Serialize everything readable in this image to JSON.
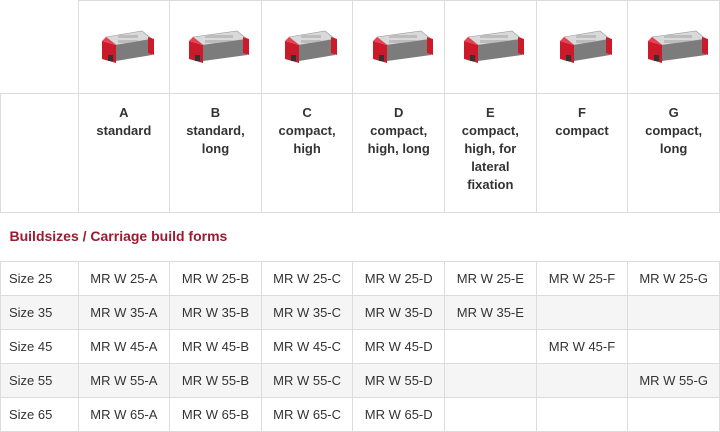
{
  "colors": {
    "accent": "#9b1b30",
    "carriage_red": "#cc1a2a",
    "carriage_grey": "#7c7c7c"
  },
  "columns": [
    {
      "letter": "A",
      "desc": [
        "standard"
      ],
      "icon": "carriage-standard-icon"
    },
    {
      "letter": "B",
      "desc": [
        "standard,",
        "long"
      ],
      "icon": "carriage-standard-long-icon"
    },
    {
      "letter": "C",
      "desc": [
        "compact,",
        "high"
      ],
      "icon": "carriage-compact-high-icon"
    },
    {
      "letter": "D",
      "desc": [
        "compact,",
        "high, long"
      ],
      "icon": "carriage-compact-high-long-icon"
    },
    {
      "letter": "E",
      "desc": [
        "compact,",
        "high, for",
        "lateral",
        "fixation"
      ],
      "icon": "carriage-compact-lateral-icon"
    },
    {
      "letter": "F",
      "desc": [
        "compact"
      ],
      "icon": "carriage-compact-icon"
    },
    {
      "letter": "G",
      "desc": [
        "compact,",
        "long"
      ],
      "icon": "carriage-compact-long-icon"
    }
  ],
  "section": {
    "title": "Buildsizes / Carriage build forms"
  },
  "rows": [
    {
      "size": "Size 25",
      "cells": [
        "MR W 25-A",
        "MR W 25-B",
        "MR W 25-C",
        "MR W 25-D",
        "MR W 25-E",
        "MR W 25-F",
        "MR W 25-G"
      ]
    },
    {
      "size": "Size 35",
      "cells": [
        "MR W 35-A",
        "MR W 35-B",
        "MR W 35-C",
        "MR W 35-D",
        "MR W 35-E",
        "",
        ""
      ]
    },
    {
      "size": "Size 45",
      "cells": [
        "MR W 45-A",
        "MR W 45-B",
        "MR W 45-C",
        "MR W 45-D",
        "",
        "MR W 45-F",
        ""
      ]
    },
    {
      "size": "Size 55",
      "cells": [
        "MR W 55-A",
        "MR W 55-B",
        "MR W 55-C",
        "MR W 55-D",
        "",
        "",
        "MR W 55-G"
      ]
    },
    {
      "size": "Size 65",
      "cells": [
        "MR W 65-A",
        "MR W 65-B",
        "MR W 65-C",
        "MR W 65-D",
        "",
        "",
        ""
      ]
    }
  ]
}
